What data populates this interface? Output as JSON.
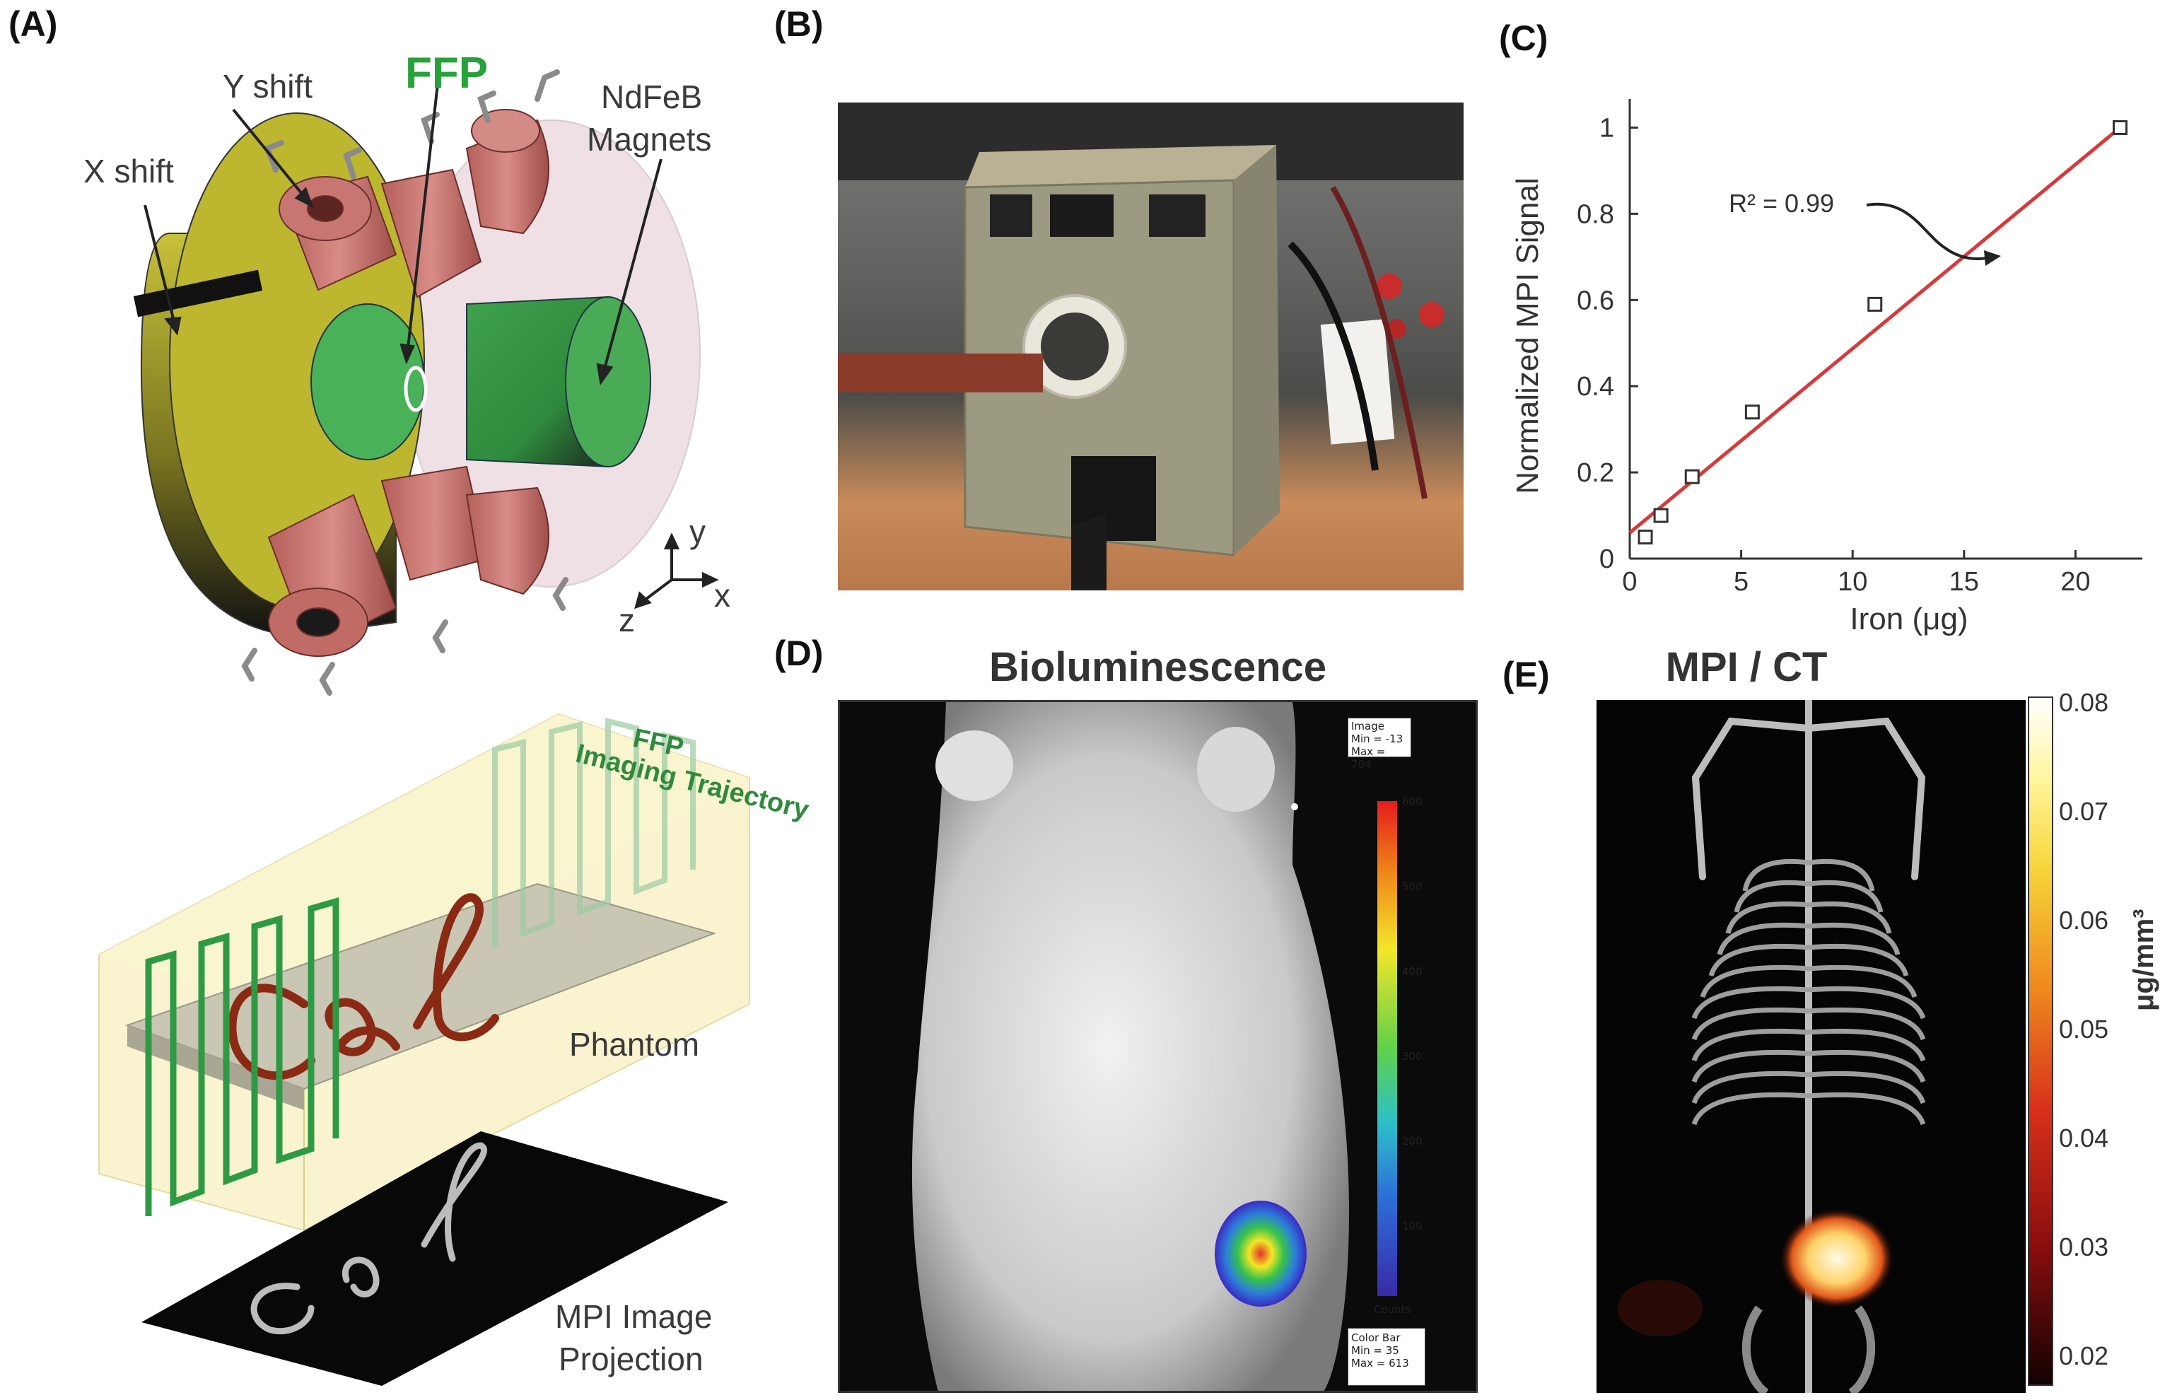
{
  "panels": {
    "a": {
      "letter": "(A)",
      "labels": {
        "y_shift": "Y shift",
        "x_shift": "X shift",
        "ffp": "FFP",
        "magnets_1": "NdFeB",
        "magnets_2": "Magnets",
        "axis_y": "y",
        "axis_x": "x",
        "axis_z": "z",
        "trajectory_1": "FFP",
        "trajectory_2": "Imaging Trajectory",
        "phantom": "Phantom",
        "projection_1": "MPI Image",
        "projection_2": "Projection"
      }
    },
    "b": {
      "letter": "(B)"
    },
    "c": {
      "letter": "(C)",
      "annotation": "R² = 0.99"
    },
    "d": {
      "letter": "(D)",
      "title": "Bioluminescence",
      "inset_top": {
        "line1": "Image",
        "line2": "Min = -13",
        "line3": "Max = 704"
      },
      "scale_ticks": [
        "600",
        "500",
        "400",
        "300",
        "200",
        "100"
      ],
      "scale_unit": "Counts",
      "inset_bottom": {
        "line1": "Color Bar",
        "line2": "Min = 35",
        "line3": "Max = 613"
      }
    },
    "e": {
      "letter": "(E)",
      "title": "MPI / CT",
      "colorbar_ticks": [
        "0.08",
        "0.07",
        "0.06",
        "0.05",
        "0.04",
        "0.03",
        "0.02"
      ],
      "colorbar_unit": "μg/mm³"
    }
  },
  "chart_data": {
    "type": "scatter",
    "xlabel": "Iron (μg)",
    "ylabel": "Normalized MPI Signal",
    "xlim": [
      0,
      23
    ],
    "ylim": [
      0,
      1.05
    ],
    "xticks": [
      0,
      5,
      10,
      15,
      20
    ],
    "yticks": [
      0,
      0.2,
      0.4,
      0.6,
      0.8,
      1
    ],
    "series": [
      {
        "x": [
          0.7,
          1.4,
          2.8,
          5.5,
          11,
          22
        ],
        "y": [
          0.05,
          0.1,
          0.19,
          0.34,
          0.59,
          1.0
        ]
      }
    ],
    "fit_line": {
      "x": [
        0,
        22
      ],
      "y": [
        0.06,
        1.0
      ]
    },
    "colors": {
      "fit": "#d63a3a",
      "markers": "#333333"
    }
  }
}
